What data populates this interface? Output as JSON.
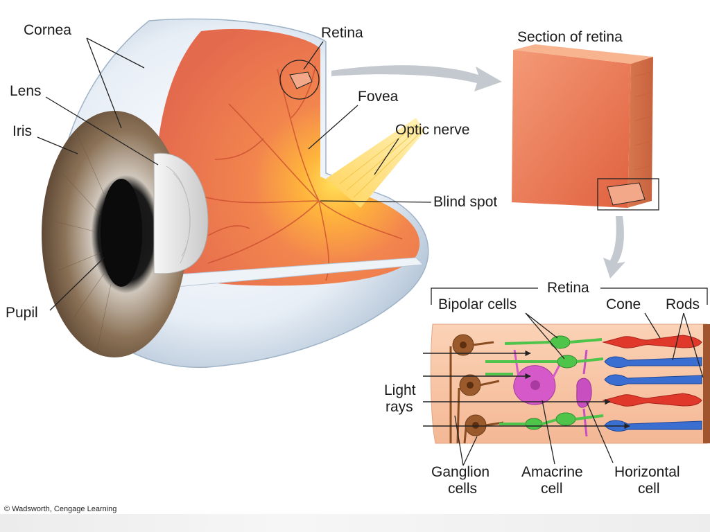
{
  "eye_labels": {
    "cornea": "Cornea",
    "lens": "Lens",
    "iris": "Iris",
    "pupil": "Pupil",
    "retina": "Retina",
    "fovea": "Fovea",
    "optic_nerve": "Optic nerve",
    "blind_spot": "Blind spot"
  },
  "section_title": "Section of retina",
  "retina_detail": {
    "title": "Retina",
    "bipolar_cells": "Bipolar cells",
    "cone": "Cone",
    "rods": "Rods",
    "light_rays_line1": "Light",
    "light_rays_line2": "rays",
    "ganglion_line1": "Ganglion",
    "ganglion_line2": "cells",
    "amacrine_line1": "Amacrine",
    "amacrine_line2": "cell",
    "horizontal_line1": "Horizontal",
    "horizontal_line2": "cell"
  },
  "credit": "© Wadsworth, Cengage Learning",
  "colors": {
    "retina_orange": "#e8704e",
    "sclera": "#dfe9f2",
    "iris_brown": "#8a7158",
    "rod_blue": "#3a6fd1",
    "cone_red": "#e0392b",
    "bipolar_green": "#4fc44a",
    "amacrine_pink": "#d659c9",
    "ganglion_brown": "#9a5a2c"
  }
}
